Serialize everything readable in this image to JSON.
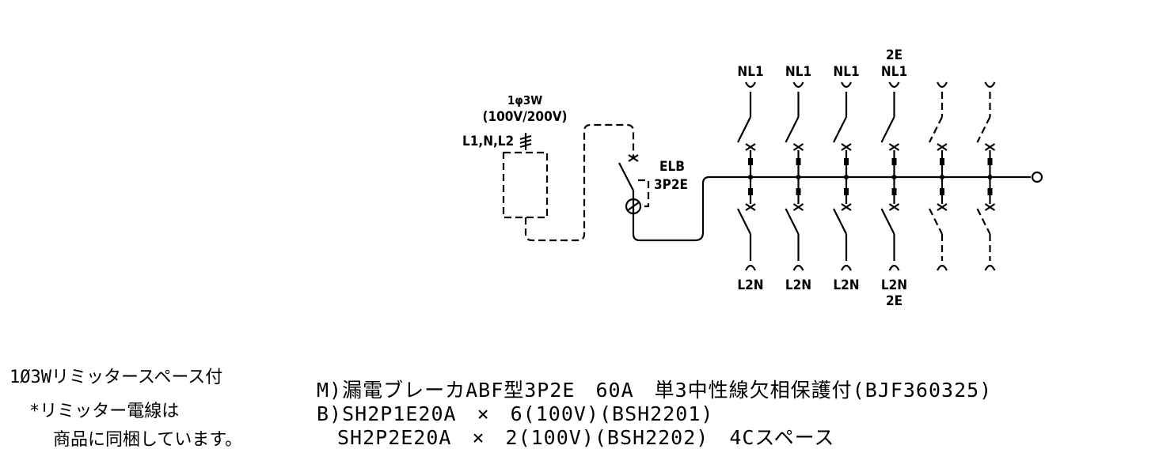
{
  "supply": {
    "phase": "1φ3W",
    "voltage": "(100V/200V)",
    "conductors": "L1,N,L2"
  },
  "main_breaker": {
    "name": "ELB",
    "type": "3P2E"
  },
  "branches": [
    {
      "top": "NL1",
      "top_extra": "",
      "bottom": "L2N",
      "bottom_extra": "",
      "space": false
    },
    {
      "top": "NL1",
      "top_extra": "",
      "bottom": "L2N",
      "bottom_extra": "",
      "space": false
    },
    {
      "top": "NL1",
      "top_extra": "",
      "bottom": "L2N",
      "bottom_extra": "",
      "space": false
    },
    {
      "top": "NL1",
      "top_extra": "2E",
      "bottom": "L2N",
      "bottom_extra": "2E",
      "space": false
    },
    {
      "top": "",
      "top_extra": "",
      "bottom": "",
      "bottom_extra": "",
      "space": true
    },
    {
      "top": "",
      "top_extra": "",
      "bottom": "",
      "bottom_extra": "",
      "space": true
    }
  ],
  "notes": {
    "line1": "1Ø3Wリミッタースペース付",
    "line2": "*リミッター電線は",
    "line3": "商品に同梱しています。"
  },
  "spec": {
    "line1": "M)漏電ブレーカABF型3P2E　60A　単3中性線欠相保護付(BJF360325)",
    "line2": "B)SH2P1E20A　×　6(100V)(BSH2201)",
    "line3": "　SH2P2E20A　×　2(100V)(BSH2202)　4Cスペース"
  }
}
